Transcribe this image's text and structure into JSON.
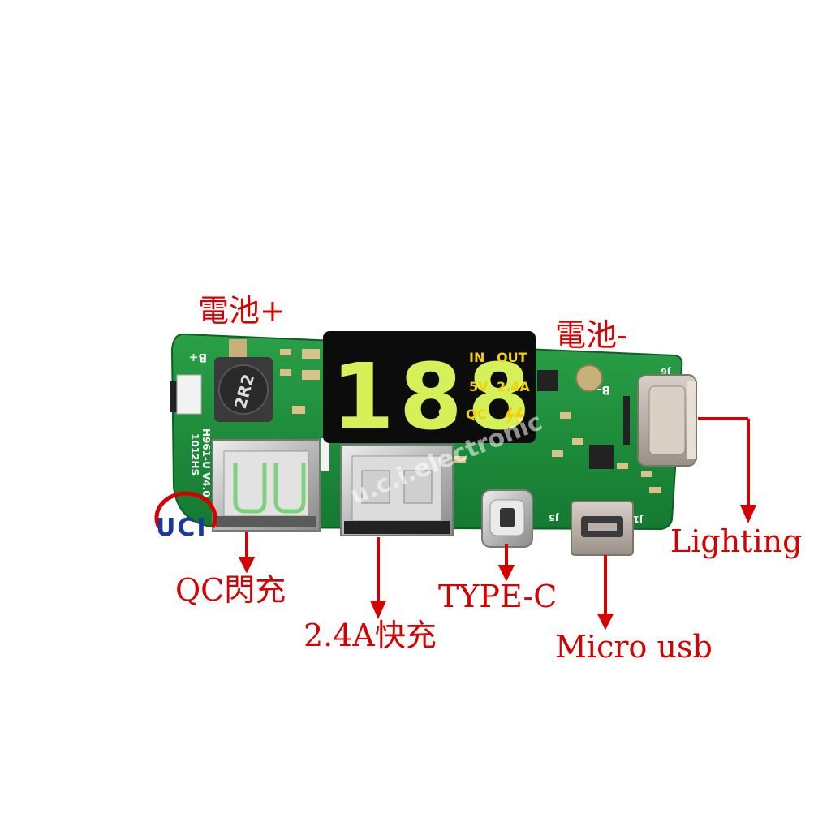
{
  "labels": {
    "battery_plus": "電池+",
    "battery_minus": "電池-",
    "qc_port": "QC閃充",
    "fast_port": "2.4A快充",
    "type_c": "TYPE-C",
    "micro_usb": "Micro usb",
    "lighting": "Lighting"
  },
  "lcd": {
    "digits": "188",
    "percent": "%",
    "in_label": "IN",
    "out_label": "OUT",
    "volt_label": "5V",
    "amp_label": "2.4A",
    "qc_label": "QC"
  },
  "board": {
    "inductor_marking": "2R2",
    "silk_b_plus": "B+",
    "silk_b_minus": "B-",
    "silk_j5": "J5",
    "silk_j1": "J1",
    "silk_j6": "J6",
    "silk_model": "H961-U V4.0",
    "silk_date": "1012HS"
  },
  "watermark": {
    "logo_text": "UCI",
    "text": "u.c.i.electronic"
  },
  "colors": {
    "pcb": "#1e8a3a",
    "pcb_dark": "#0f6a28",
    "label_red": "#d40000",
    "lcd_digit": "#d6f05a",
    "lcd_yellow": "#f4d000"
  }
}
